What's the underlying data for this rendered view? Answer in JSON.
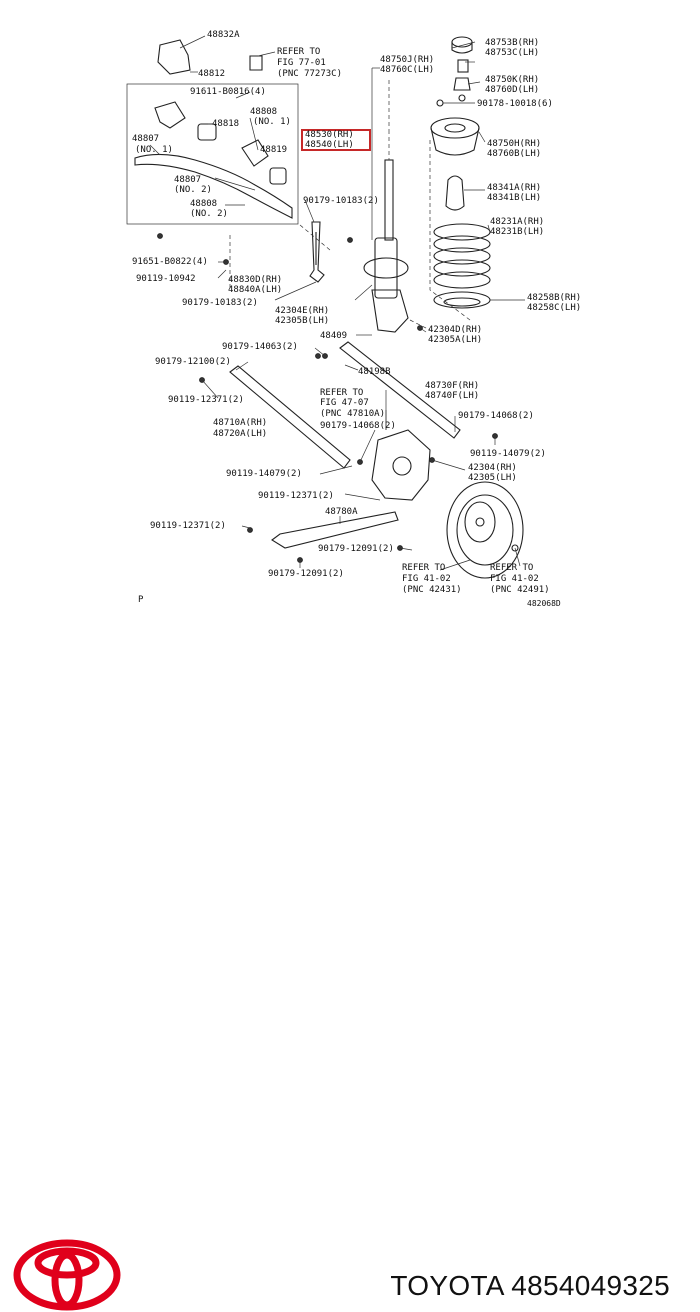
{
  "labels": {
    "p48832a": "48832A",
    "ref_fig77_1": "REFER TO",
    "ref_fig77_2": "FIG 77-01",
    "ref_fig77_3": "(PNC 77273C)",
    "p48812": "48812",
    "p91611": "91611-B0816(4)",
    "p48808_top": "48808",
    "p48808_top_no": "(NO. 1)",
    "p48818": "48818",
    "p48807_top": "48807",
    "p48807_top_no": "(NO. 1)",
    "p48819": "48819",
    "p48807_bot": "48807",
    "p48807_bot_no": "(NO. 2)",
    "p48808_bot": "48808",
    "p48808_bot_no": "(NO. 2)",
    "p90179_10183_a": "90179-10183(2)",
    "p91651": "91651-B0822(4)",
    "p90119_10942": "90119-10942",
    "p48830d": "48830D(RH)",
    "p48840a": "48840A(LH)",
    "p90179_10183_b": "90179-10183(2)",
    "p48530": "48530(RH)",
    "p48540": "48540(LH)",
    "p48753b": "48753B(RH)",
    "p48753c": "48753C(LH)",
    "p48750j": "48750J(RH)",
    "p48760c": "48760C(LH)",
    "p48750k": "48750K(RH)",
    "p48760d": "48760D(LH)",
    "p90178": "90178-10018(6)",
    "p48750h": "48750H(RH)",
    "p48760b": "48760B(LH)",
    "p48341a": "48341A(RH)",
    "p48341b": "48341B(LH)",
    "p48231a": "48231A(RH)",
    "p48231b": "48231B(LH)",
    "p48258b": "48258B(RH)",
    "p48258c": "48258C(LH)",
    "p42304e": "42304E(RH)",
    "p42305b": "42305B(LH)",
    "p42304d": "42304D(RH)",
    "p42305a": "42305A(LH)",
    "p48409": "48409",
    "p90179_14063": "90179-14063(2)",
    "p48198b": "48198B",
    "p90179_12100": "90179-12100(2)",
    "p90119_12371_a": "90119-12371(2)",
    "ref_fig47_1": "REFER TO",
    "ref_fig47_2": "FIG 47-07",
    "ref_fig47_3": "(PNC 47810A)",
    "p48730f": "48730F(RH)",
    "p48740f": "48740F(LH)",
    "p90179_14068_a": "90179-14068(2)",
    "p90179_14068_b": "90179-14068(2)",
    "p48710a": "48710A(RH)",
    "p48720a": "48720A(LH)",
    "p90119_14079_a": "90119-14079(2)",
    "p90119_14079_b": "90119-14079(2)",
    "p42304": "42304(RH)",
    "p42305": "42305(LH)",
    "p90119_12371_b": "90119-12371(2)",
    "p48780a": "48780A",
    "p90119_12371_c": "90119-12371(2)",
    "p90179_12091_a": "90179-12091(2)",
    "p90179_12091_b": "90179-12091(2)",
    "ref_fig41a_1": "REFER TO",
    "ref_fig41a_2": "FIG 41-02",
    "ref_fig41a_3": "(PNC 42431)",
    "ref_fig41b_1": "REFER TO",
    "ref_fig41b_2": "FIG 41-02",
    "ref_fig41b_3": "(PNC 42491)",
    "p_letter": "P",
    "drawing_no": "482068D"
  },
  "highlight_color": "#c62828",
  "brand_color": "#e0001b",
  "logo_icon": "toyota-logo-icon",
  "caption": "TOYOTA 4854049325"
}
